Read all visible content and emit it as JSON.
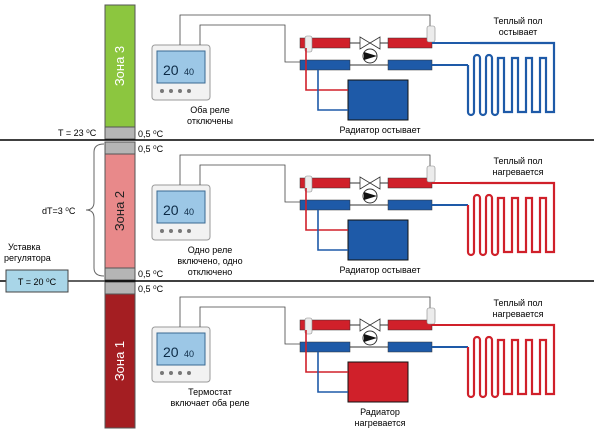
{
  "zones": {
    "z3": {
      "label": "Зона 3",
      "color": "#8cc63f"
    },
    "z2": {
      "label": "Зона 2",
      "color": "#e8898a"
    },
    "z1": {
      "label": "Зона 1",
      "color": "#a41e22"
    }
  },
  "scale": {
    "t_upper": "T = 23 ⁰C",
    "dt": "dT=3 ⁰C",
    "hyst_top_1": "0,5 ⁰C",
    "hyst_top_2": "0,5 ⁰C",
    "hyst_bot_1": "0,5 ⁰C",
    "hyst_bot_2": "0,5 ⁰C"
  },
  "setpoint": {
    "title_line1": "Уставка",
    "title_line2": "регулятора",
    "value": "T = 20 ⁰C"
  },
  "panels": [
    {
      "thermostat_display": "20",
      "thermostat_display2": "40",
      "thermostat_caption": [
        "Оба реле",
        "отключены"
      ],
      "radiator_caption": [
        "Радиатор остывает"
      ],
      "floor_caption": [
        "Теплый пол",
        "остывает"
      ],
      "radiator_color": "#1e5aa8",
      "floor_color": "#1e5aa8"
    },
    {
      "thermostat_display": "20",
      "thermostat_display2": "40",
      "thermostat_caption": [
        "Одно реле",
        "включено, одно",
        "отключено"
      ],
      "radiator_caption": [
        "Радиатор остывает"
      ],
      "floor_caption": [
        "Теплый пол",
        "нагревается"
      ],
      "radiator_color": "#1e5aa8",
      "floor_color": "#d0202a"
    },
    {
      "thermostat_display": "20",
      "thermostat_display2": "40",
      "thermostat_caption": [
        "Термостат",
        "включает оба реле"
      ],
      "radiator_caption": [
        "Радиатор",
        "нагревается"
      ],
      "floor_caption": [
        "Теплый пол",
        "нагревается"
      ],
      "radiator_color": "#d0202a",
      "floor_color": "#d0202a"
    }
  ],
  "colors": {
    "hot": "#d0202a",
    "cold": "#1e5aa8",
    "band": "#b5b5b5"
  }
}
